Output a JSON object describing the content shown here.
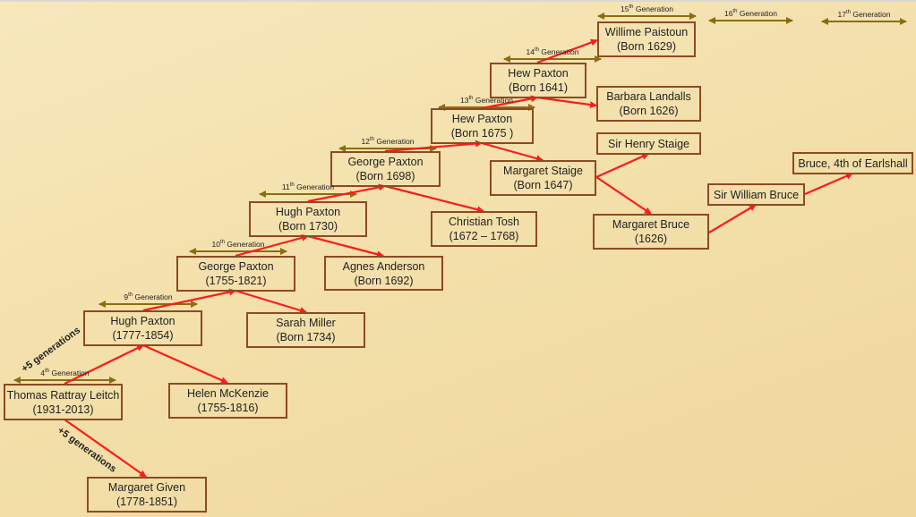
{
  "colors": {
    "link": "#ff1a1a",
    "generation_arrow": "#8b6d10",
    "box_border": "#8e4a22"
  },
  "people": [
    {
      "id": "thomas",
      "name": "Thomas Rattray Leitch",
      "dates": "(1931-2013)"
    },
    {
      "id": "given",
      "name": "Margaret Given",
      "dates": "(1778-1851)"
    },
    {
      "id": "hugh1777",
      "name": "Hugh Paxton",
      "dates": "(1777-1854)"
    },
    {
      "id": "helen",
      "name": "Helen McKenzie",
      "dates": "(1755-1816)"
    },
    {
      "id": "george1755",
      "name": "George Paxton",
      "dates": "(1755-1821)"
    },
    {
      "id": "sarah",
      "name": "Sarah Miller",
      "dates": "(Born 1734)"
    },
    {
      "id": "hugh1730",
      "name": "Hugh Paxton",
      "dates": "(Born 1730)"
    },
    {
      "id": "agnes",
      "name": "Agnes Anderson",
      "dates": "(Born 1692)"
    },
    {
      "id": "george1698",
      "name": "George Paxton",
      "dates": "(Born 1698)"
    },
    {
      "id": "tosh",
      "name": "Christian Tosh",
      "dates": "(1672 – 1768)"
    },
    {
      "id": "hew1675",
      "name": "Hew Paxton",
      "dates": "(Born 1675 )"
    },
    {
      "id": "mstaige",
      "name": "Margaret Staige",
      "dates": "(Born 1647)"
    },
    {
      "id": "hew1641",
      "name": "Hew Paxton",
      "dates": "(Born 1641)"
    },
    {
      "id": "willime",
      "name": "Willime Paistoun",
      "dates": "(Born 1629)"
    },
    {
      "id": "barbara",
      "name": "Barbara Landalls",
      "dates": "(Born 1626)"
    },
    {
      "id": "henry",
      "name": "Sir Henry Staige",
      "dates": ""
    },
    {
      "id": "mbruce",
      "name": "Margaret Bruce",
      "dates": "(1626)"
    },
    {
      "id": "william",
      "name": "Sir William Bruce",
      "dates": ""
    },
    {
      "id": "earlshall",
      "name": "Bruce, 4th of Earlshall",
      "dates": ""
    }
  ],
  "generations": [
    {
      "num": "4",
      "suffix": "th",
      "word": "Generation"
    },
    {
      "num": "9",
      "suffix": "th",
      "word": "Generation"
    },
    {
      "num": "10",
      "suffix": "th",
      "word": "Generation"
    },
    {
      "num": "11",
      "suffix": "th",
      "word": "Generation"
    },
    {
      "num": "12",
      "suffix": "th",
      "word": "Generation"
    },
    {
      "num": "13",
      "suffix": "th",
      "word": "Generation"
    },
    {
      "num": "14",
      "suffix": "th",
      "word": "Generation"
    },
    {
      "num": "15",
      "suffix": "th",
      "word": "Generation"
    },
    {
      "num": "16",
      "suffix": "th",
      "word": "Generation"
    },
    {
      "num": "17",
      "suffix": "th",
      "word": "Generation"
    }
  ],
  "skip_labels": [
    "+5 generations",
    "+5 generations"
  ]
}
